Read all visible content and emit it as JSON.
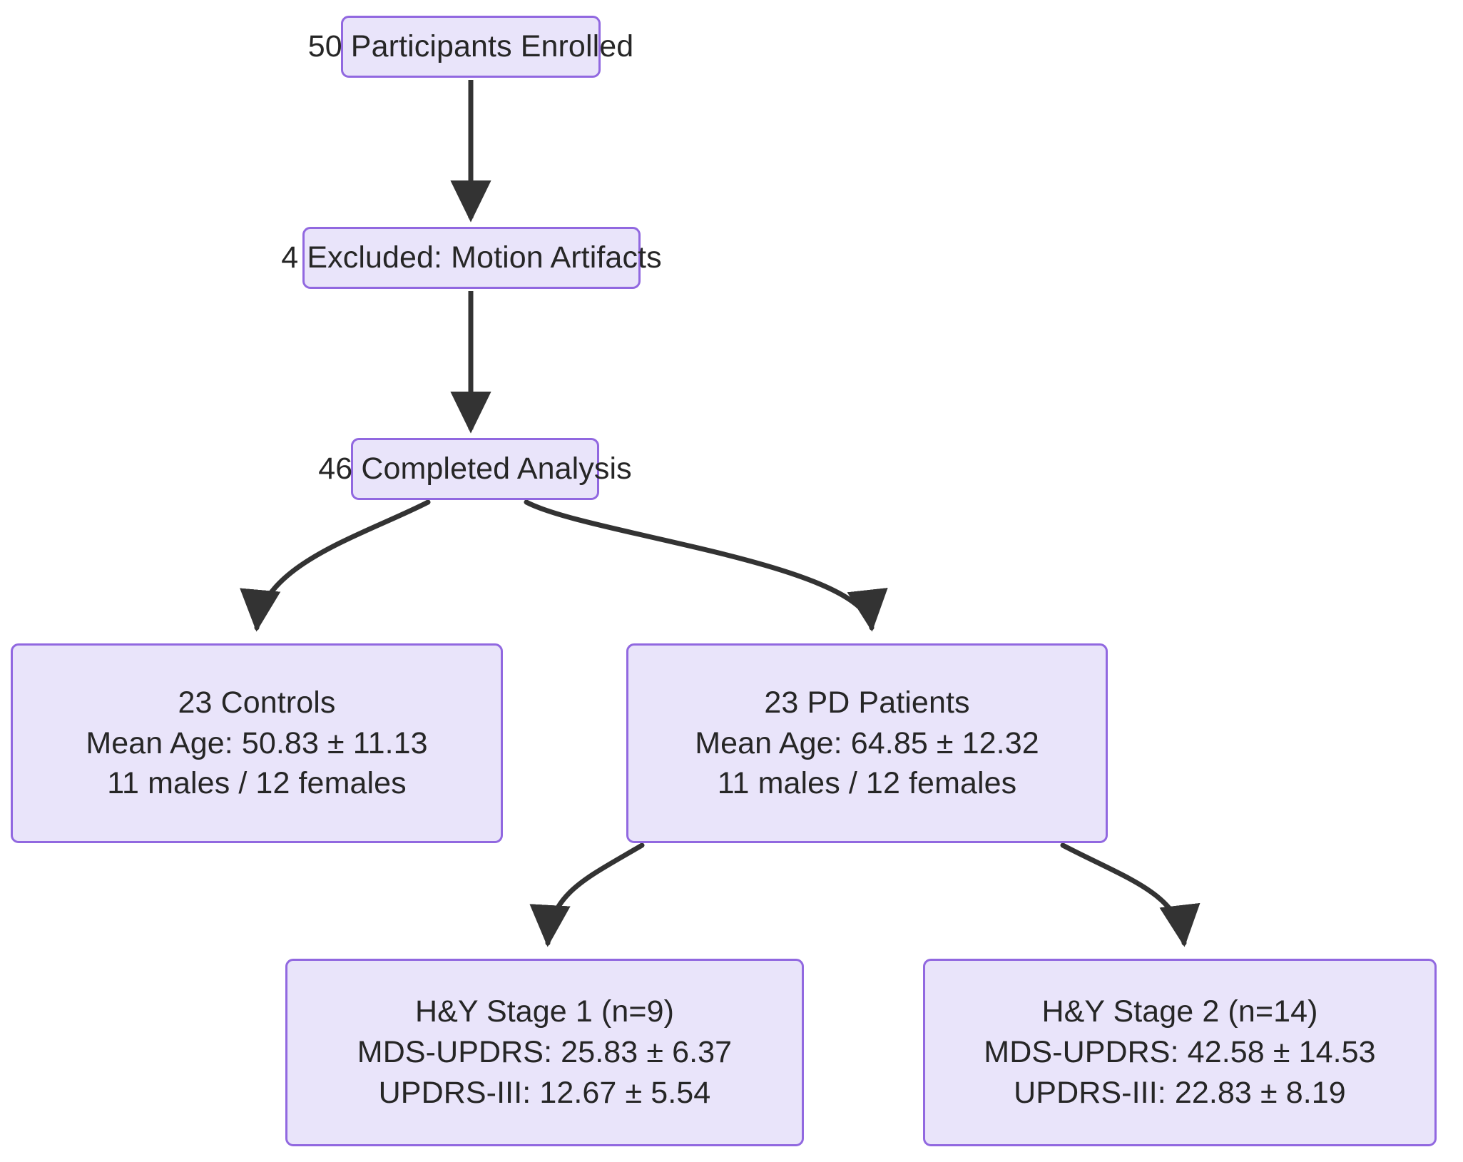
{
  "diagram": {
    "title": "Participant Flow Diagram",
    "type": "flowchart",
    "background_color": "#ffffff",
    "node_fill_color": "#e9e4fa",
    "node_border_color": "#9168e0",
    "edge_color": "#333333",
    "text_color": "#262626"
  },
  "nodes": {
    "enrolled": {
      "id": "enrolled",
      "lines": [
        "50 Participants Enrolled"
      ],
      "line1": "50 Participants Enrolled"
    },
    "excluded": {
      "id": "excluded",
      "lines": [
        "4 Excluded: Motion Artifacts"
      ],
      "line1": "4 Excluded: Motion Artifacts"
    },
    "completed": {
      "id": "completed",
      "lines": [
        "46 Completed Analysis"
      ],
      "line1": "46 Completed Analysis"
    },
    "controls": {
      "id": "controls",
      "line1": "23 Controls",
      "line2": "Mean Age: 50.83 ± 11.13",
      "line3": "11 males / 12 females"
    },
    "pd_patients": {
      "id": "pd_patients",
      "line1": "23 PD Patients",
      "line2": "Mean Age: 64.85 ± 12.32",
      "line3": "11 males / 12 females"
    },
    "hy_stage_1": {
      "id": "hy_stage_1",
      "line1": "H&Y Stage 1 (n=9)",
      "line2": "MDS-UPDRS: 25.83 ± 6.37",
      "line3": "UPDRS-III: 12.67 ± 5.54"
    },
    "hy_stage_2": {
      "id": "hy_stage_2",
      "line1": "H&Y Stage 2 (n=14)",
      "line2": "MDS-UPDRS: 42.58 ± 14.53",
      "line3": "UPDRS-III: 22.83 ± 8.19"
    }
  },
  "edges": [
    {
      "from": "enrolled",
      "to": "excluded",
      "style": "straight-down",
      "arrow": "solid-triangle"
    },
    {
      "from": "excluded",
      "to": "completed",
      "style": "straight-down",
      "arrow": "solid-triangle"
    },
    {
      "from": "completed",
      "to": "controls",
      "style": "curve-left",
      "arrow": "solid-triangle"
    },
    {
      "from": "completed",
      "to": "pd_patients",
      "style": "curve-right",
      "arrow": "solid-triangle"
    },
    {
      "from": "pd_patients",
      "to": "hy_stage_1",
      "style": "curve-left",
      "arrow": "solid-triangle"
    },
    {
      "from": "pd_patients",
      "to": "hy_stage_2",
      "style": "curve-right",
      "arrow": "solid-triangle"
    }
  ],
  "chart_data": {
    "type": "flowchart",
    "title": "Participant Flow Diagram",
    "counts": {
      "enrolled": 50,
      "excluded_motion_artifacts": 4,
      "completed_analysis": 46,
      "controls": 23,
      "pd_patients": 23,
      "hy_stage_1": 9,
      "hy_stage_2": 14
    },
    "groups": [
      {
        "name": "Controls",
        "n": 23,
        "mean_age": 50.83,
        "age_sd": 11.13,
        "males": 11,
        "females": 12
      },
      {
        "name": "PD Patients",
        "n": 23,
        "mean_age": 64.85,
        "age_sd": 12.32,
        "males": 11,
        "females": 12
      },
      {
        "name": "H&Y Stage 1",
        "n": 9,
        "mds_updrs_mean": 25.83,
        "mds_updrs_sd": 6.37,
        "updrs_iii_mean": 12.67,
        "updrs_iii_sd": 5.54
      },
      {
        "name": "H&Y Stage 2",
        "n": 14,
        "mds_updrs_mean": 42.58,
        "mds_updrs_sd": 14.53,
        "updrs_iii_mean": 22.83,
        "updrs_iii_sd": 8.19
      }
    ]
  }
}
